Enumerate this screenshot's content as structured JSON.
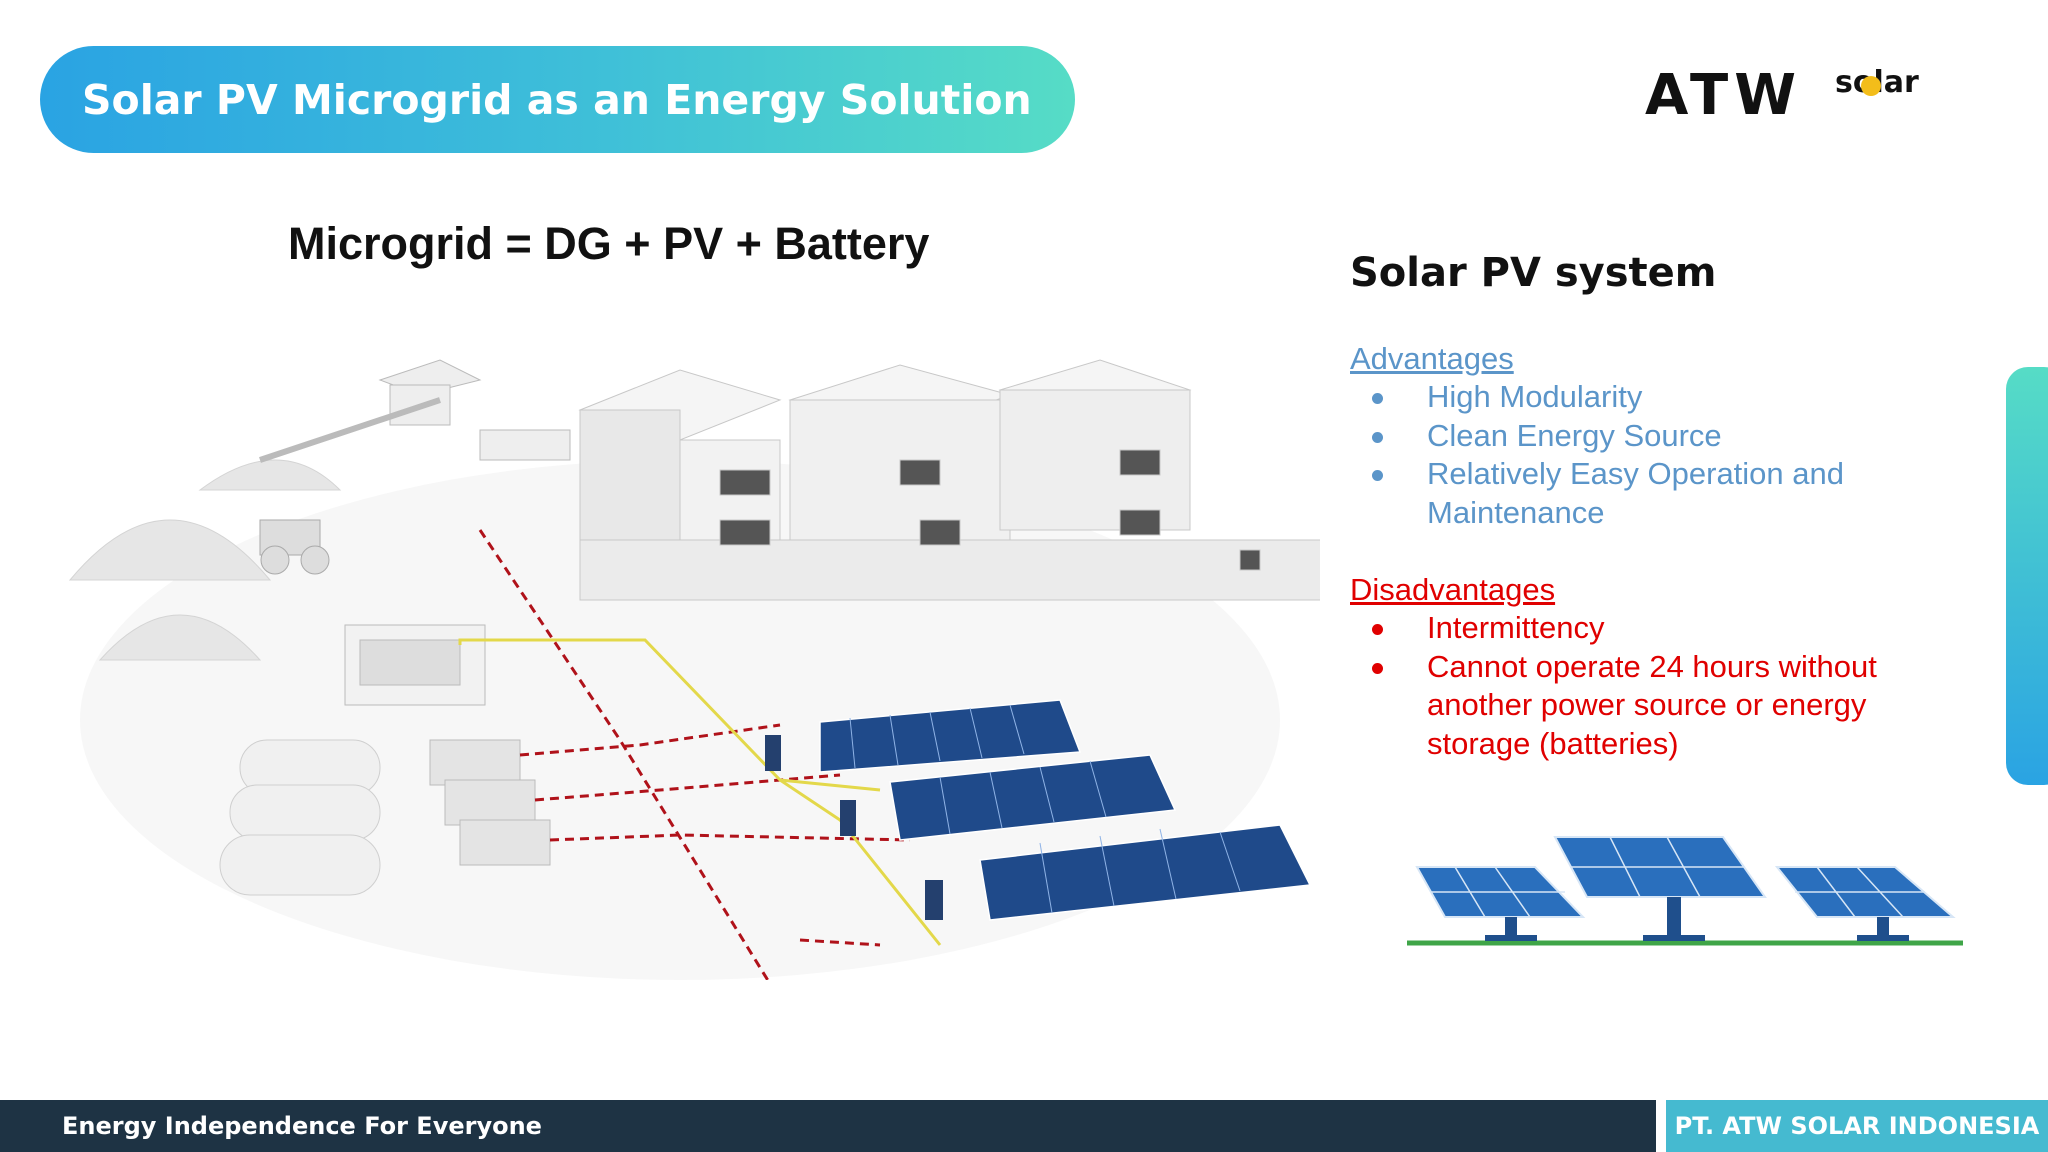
{
  "header": {
    "title": "Solar PV Microgrid as an Energy Solution",
    "logo_text": "ATW",
    "logo_solar": "solar"
  },
  "main": {
    "equation": "Microgrid = DG + PV + Battery"
  },
  "right_panel": {
    "heading": "Solar PV system",
    "advantages": {
      "title": "Advantages",
      "items": [
        "High Modularity",
        "Clean Energy Source",
        "Relatively Easy Operation and Maintenance"
      ]
    },
    "disadvantages": {
      "title": "Disadvantages",
      "items": [
        "Intermittency",
        "Cannot operate 24 hours without another power source or energy storage (batteries)"
      ]
    }
  },
  "footer": {
    "left": "Energy Independence For Everyone",
    "right": "PT. ATW SOLAR INDONESIA"
  },
  "colors": {
    "advantages": "#5b95c9",
    "disadvantages": "#e00000",
    "footer_dark": "#1e3344",
    "footer_accent": "#45bad0",
    "gradient_start": "#2aa3e3",
    "gradient_end": "#56dcc6"
  }
}
